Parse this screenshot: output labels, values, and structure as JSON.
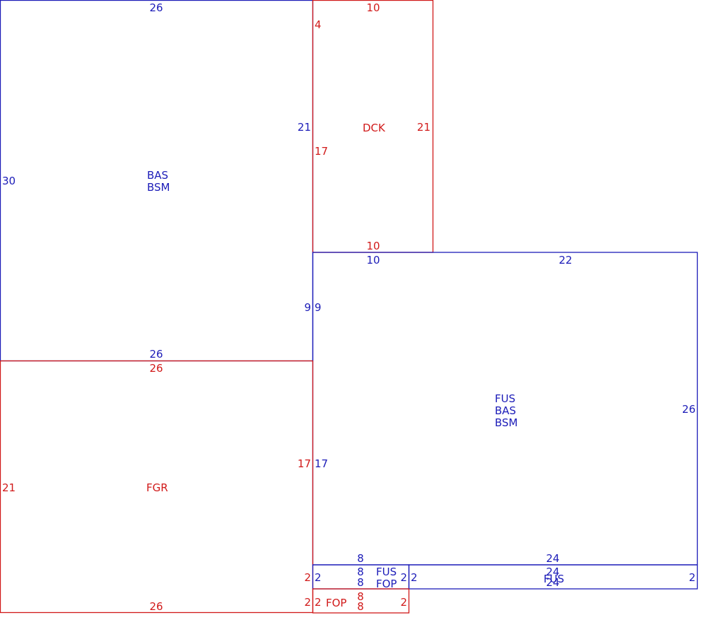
{
  "colors": {
    "main": "#1c1cb8",
    "secondary": "#d11a1a"
  },
  "areas": {
    "bas_bsm": {
      "codes": [
        "BAS",
        "BSM"
      ],
      "top": "26",
      "left": "30",
      "right": "21",
      "right_lower": "9",
      "bottom": "26"
    },
    "dck": {
      "code": "DCK",
      "top": "10",
      "upper_left": "4",
      "left": "17",
      "right": "21",
      "bottom": "10"
    },
    "fus_bas_bsm": {
      "codes": [
        "FUS",
        "BAS",
        "BSM"
      ],
      "top_left": "10",
      "top_right": "22",
      "left_upper": "9",
      "left_lower": "17",
      "right": "26",
      "bottom_left": "8",
      "bottom_right": "24"
    },
    "fgr": {
      "code": "FGR",
      "top": "26",
      "left": "21",
      "right": "17",
      "bottom": "26"
    },
    "fus_fop": {
      "codes": [
        "FUS",
        "FOP"
      ],
      "left": "2",
      "top": "8",
      "bottom": "8",
      "right": "2"
    },
    "fus_strip": {
      "code": "FUS",
      "left": "2",
      "top": "24",
      "bottom": "24",
      "right": "2"
    },
    "fop": {
      "code": "FOP",
      "outer_left": "2",
      "left": "2",
      "top": "8",
      "bottom": "8",
      "right": "2"
    },
    "fgr_right_lower": "2"
  }
}
